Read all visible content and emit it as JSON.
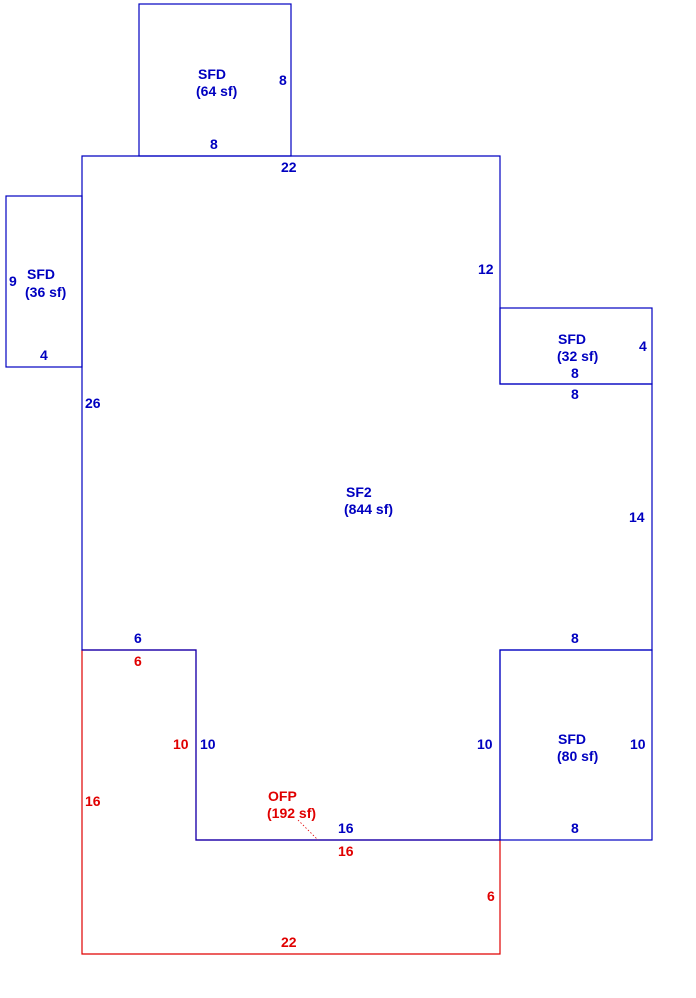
{
  "colors": {
    "blue": "#0000c0",
    "red": "#e00000"
  },
  "areas": {
    "sf2": {
      "code": "SF2",
      "area": "(844 sf)"
    },
    "sfd_top": {
      "code": "SFD",
      "area": "(64 sf)"
    },
    "sfd_left": {
      "code": "SFD",
      "area": "(36 sf)"
    },
    "sfd_right": {
      "code": "SFD",
      "area": "(32 sf)"
    },
    "sfd_bottom": {
      "code": "SFD",
      "area": "(80 sf)"
    },
    "ofp": {
      "code": "OFP",
      "area": "(192 sf)"
    }
  },
  "dimensions": {
    "sfd_top_side": "8",
    "sfd_top_bottom": "8",
    "sf2_top": "22",
    "sfd_left_side": "9",
    "sfd_left_bottom": "4",
    "sf2_right_upper": "12",
    "sfd_right_side": "4",
    "sfd_right_inner": "8",
    "sfd_right_outer": "8",
    "sf2_left": "26",
    "sf2_right_middle": "14",
    "sf2_notch_top": "6",
    "ofp_notch_top": "6",
    "sf2_right_step": "8",
    "ofp_notch_side": "10",
    "sf2_notch_side": "10",
    "sf2_right_lower": "10",
    "sfd_bottom_side": "10",
    "ofp_left": "16",
    "sf2_bottom": "16",
    "sfd_bottom_bottom": "8",
    "ofp_inner_bottom": "16",
    "ofp_right": "6",
    "ofp_bottom": "22"
  }
}
